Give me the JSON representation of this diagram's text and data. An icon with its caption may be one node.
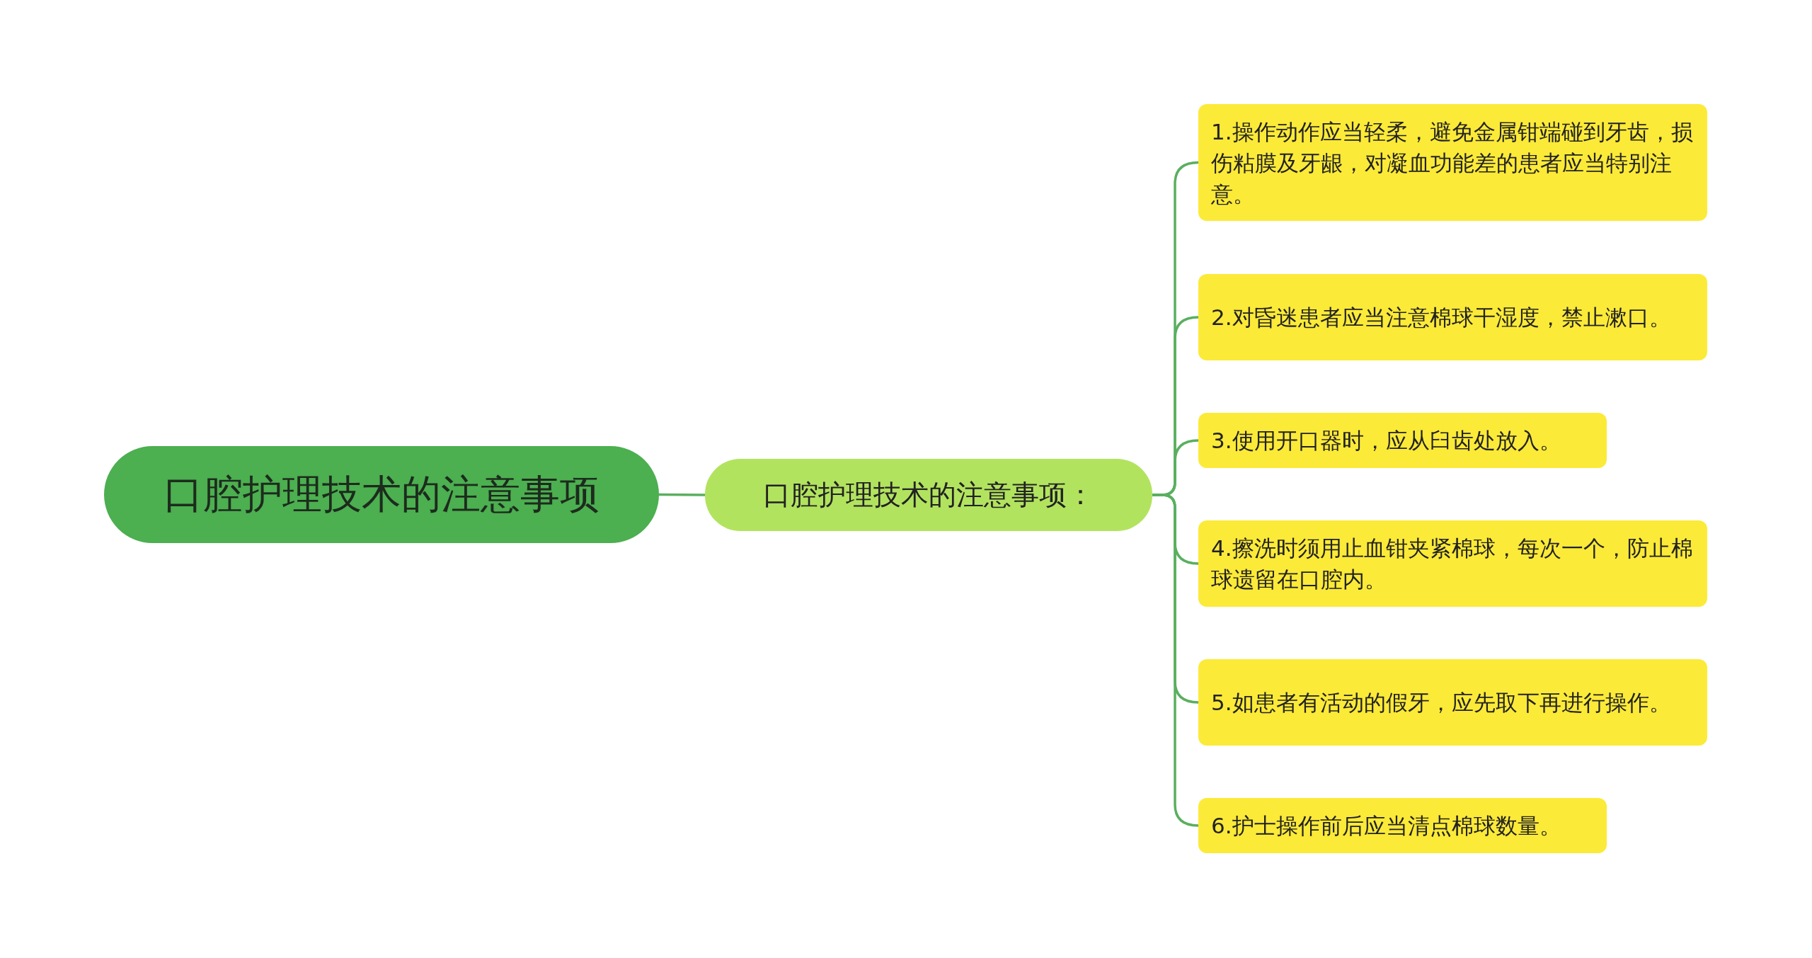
{
  "diagram": {
    "nodes": [
      {
        "text": [
          "口腔护理技术的注意事项"
        ]
      },
      {
        "text": [
          "口腔护理技术的注意事项："
        ]
      },
      {
        "text": [
          "1.操作动作应当轻柔，避免金属钳端碰到牙齿，损伤粘膜及牙龈，对凝血功能差的患者应当特别注意。"
        ]
      },
      {
        "text": [
          "2.对昏迷患者应当注意棉球干湿度，禁止漱口。"
        ]
      },
      {
        "text": [
          "3.使用开口器时，应从臼齿处放入。"
        ]
      },
      {
        "text": [
          "4.擦洗时须用止血钳夹紧棉球，每次一个，防止棉球遗留在口腔内。"
        ]
      },
      {
        "text": [
          "5.如患者有活动的假牙，应先取下再进行操作。"
        ]
      },
      {
        "text": [
          "6.护士操作前后应当清点棉球数量。"
        ]
      }
    ],
    "edges": [
      {
        "from": 0,
        "to": 1,
        "arrow": "none"
      },
      {
        "from": 1,
        "to": 2,
        "arrow": "none"
      },
      {
        "from": 1,
        "to": 3,
        "arrow": "none"
      },
      {
        "from": 1,
        "to": 4,
        "arrow": "none"
      },
      {
        "from": 1,
        "to": 5,
        "arrow": "none"
      },
      {
        "from": 1,
        "to": 6,
        "arrow": "none"
      },
      {
        "from": 1,
        "to": 7,
        "arrow": "none"
      }
    ]
  }
}
